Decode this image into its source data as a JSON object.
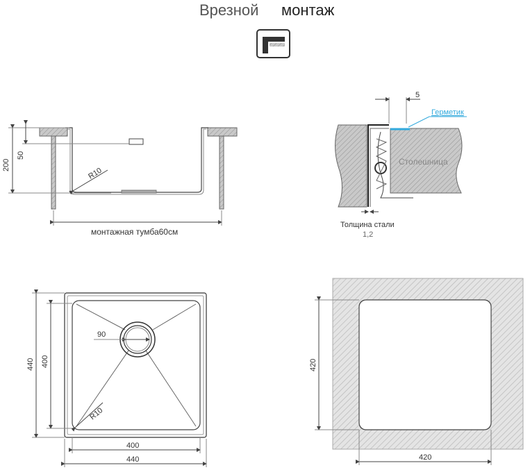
{
  "title": {
    "light": "Врезной",
    "bold": "монтаж"
  },
  "icon": "undermount-icon",
  "side_view": {
    "height_label": "200",
    "depth_label": "50",
    "radius_label": "R10",
    "cabinet_label": "монтажная тумба60см"
  },
  "detail_view": {
    "gap_label": "5",
    "sealant_label": "Герметик",
    "worktop_label": "Столешница",
    "steel_label": "Толщина стали",
    "steel_value": "1,2"
  },
  "top_view": {
    "outer_height": "440",
    "inner_height": "400",
    "drain_label": "90",
    "radius_label": "R10",
    "inner_width": "400",
    "outer_width": "440"
  },
  "cutout_view": {
    "height_label": "420",
    "width_label": "420"
  },
  "colors": {
    "line": "#444444",
    "sealant": "#33aadd",
    "hatch": "#bbbbbb",
    "fill": "#d8d8d8"
  }
}
